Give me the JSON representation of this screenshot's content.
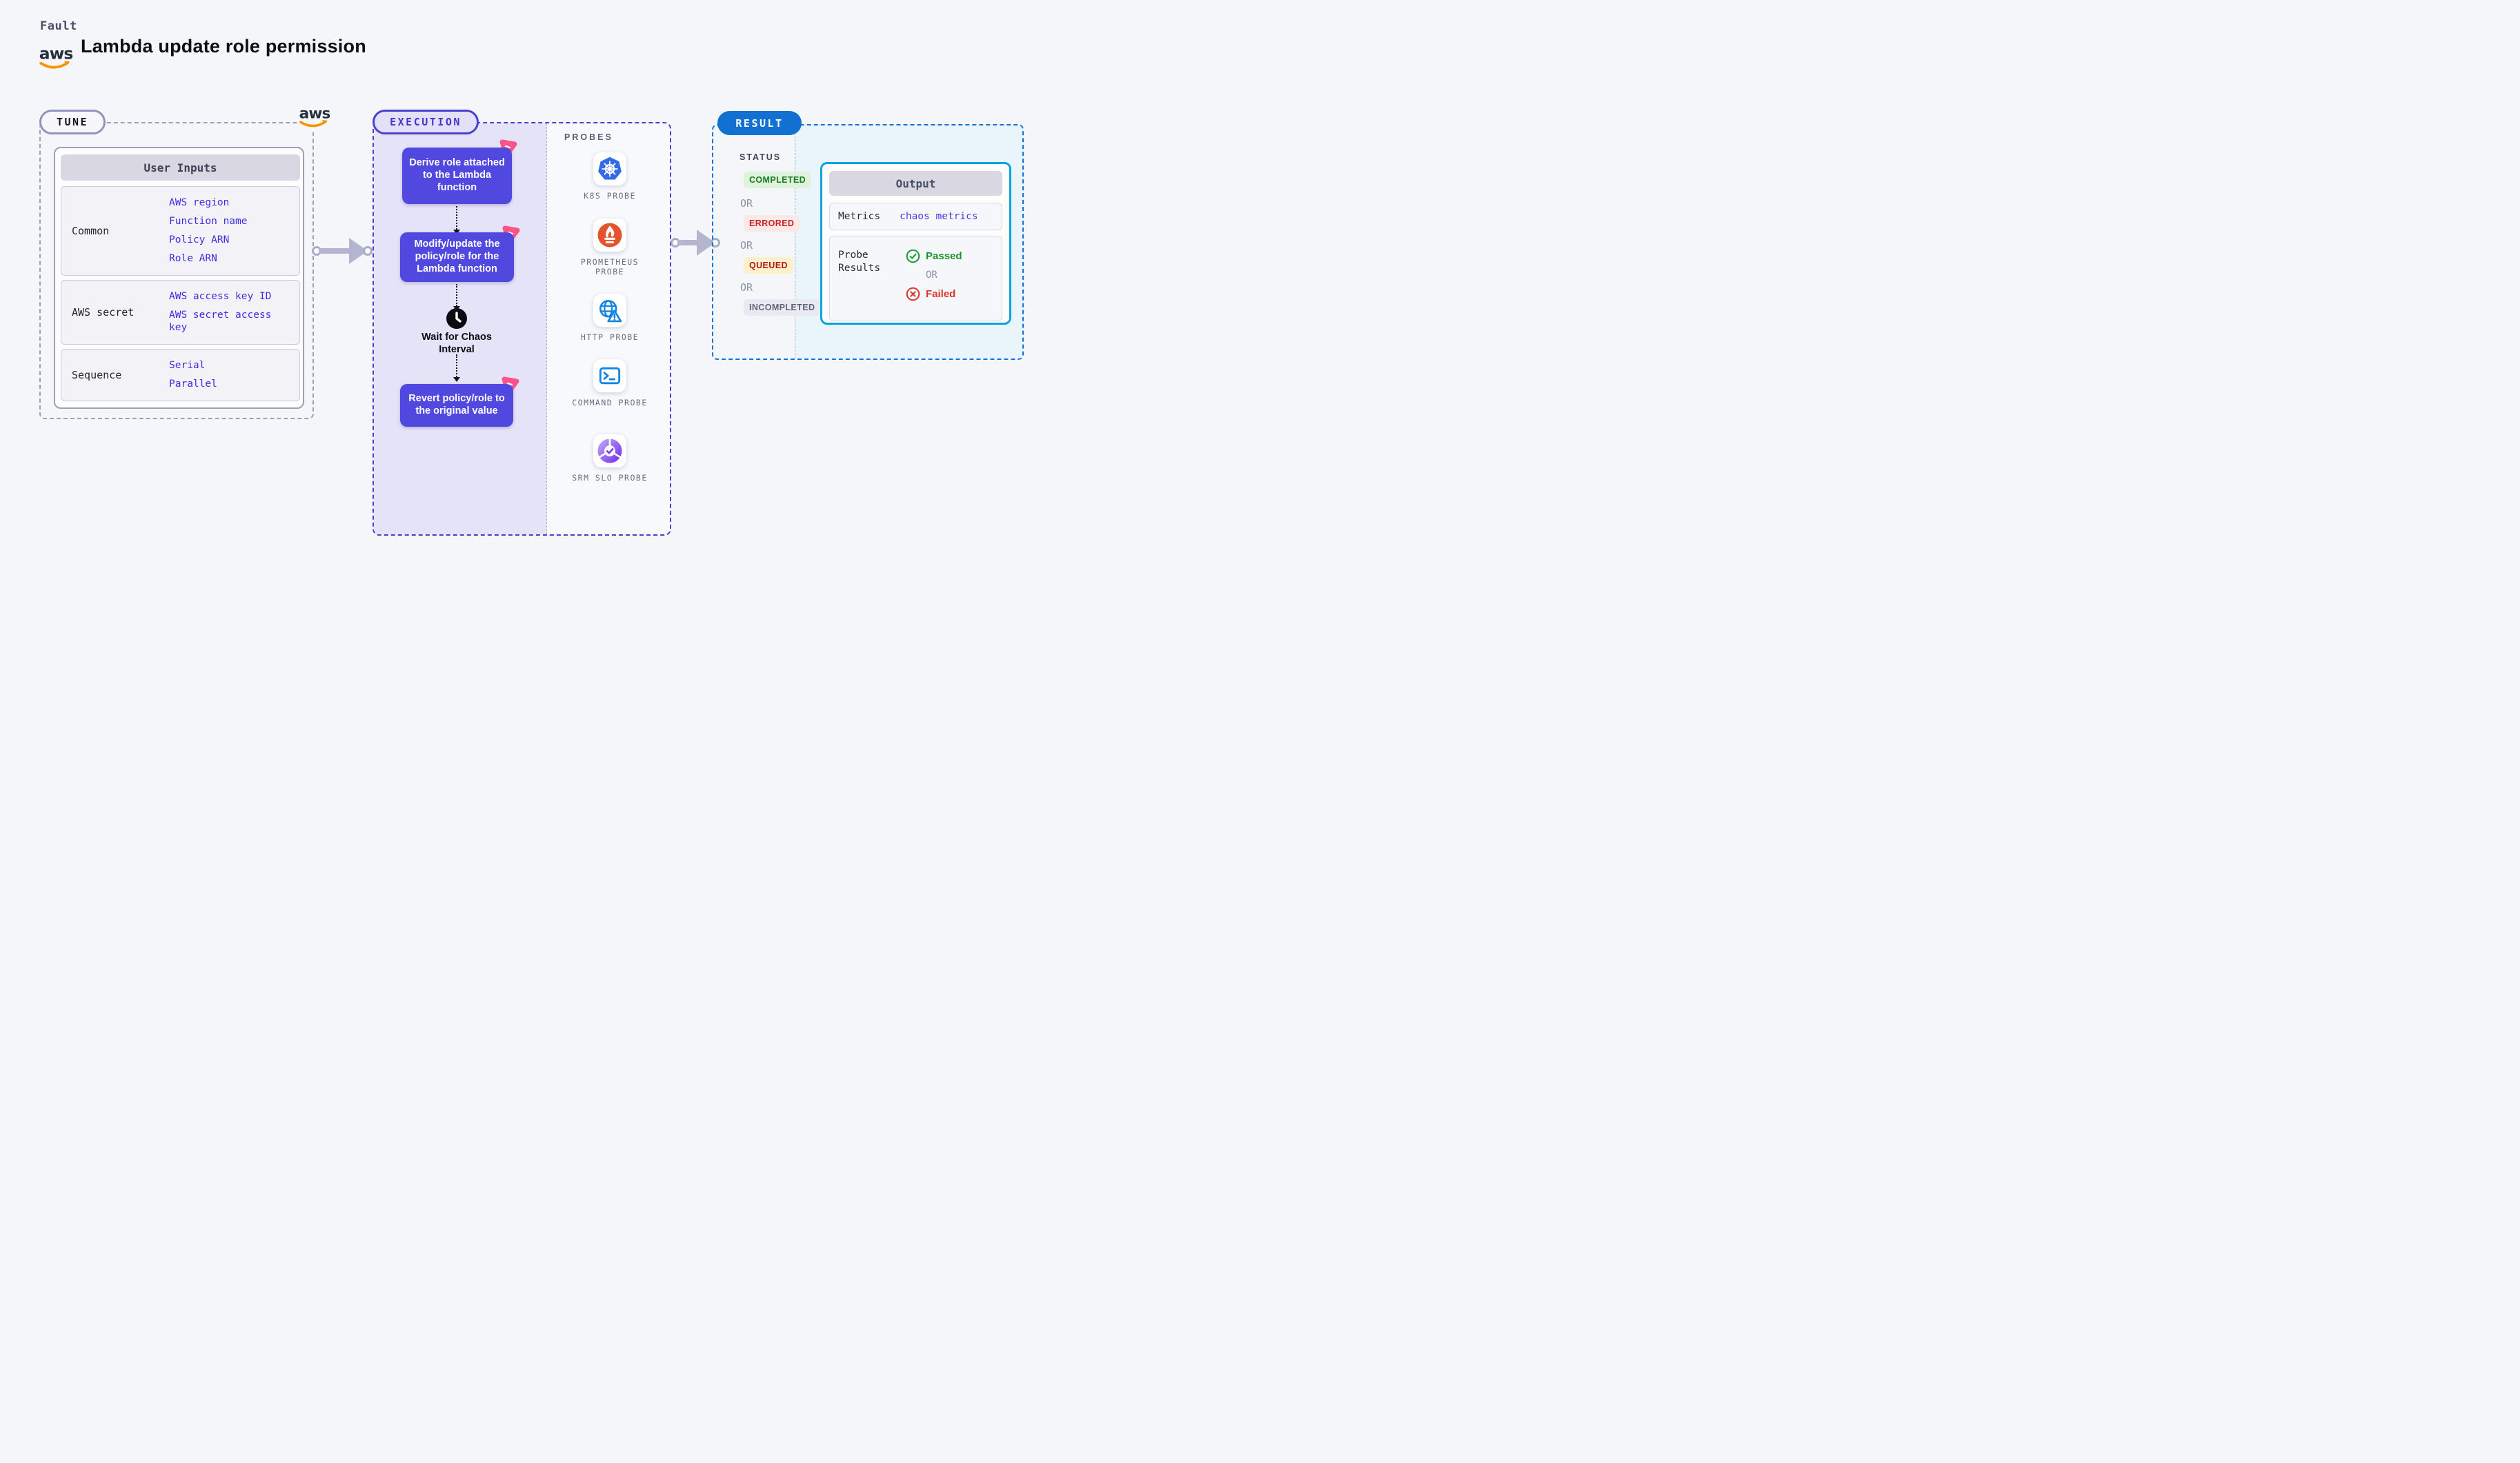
{
  "header": {
    "eyebrow": "Fault",
    "title": "Lambda update role permission",
    "aws_logo_text": "aws"
  },
  "tune": {
    "badge": "TUNE",
    "table_title": "User Inputs",
    "rows": [
      {
        "label": "Common",
        "values": [
          "AWS region",
          "Function name",
          "Policy ARN",
          "Role ARN"
        ]
      },
      {
        "label": "AWS secret",
        "values": [
          "AWS access key ID",
          "AWS secret access key"
        ]
      },
      {
        "label": "Sequence",
        "values": [
          "Serial",
          "Parallel"
        ]
      }
    ]
  },
  "execution": {
    "badge": "EXECUTION",
    "steps": [
      "Derive role attached to the Lambda function",
      "Modify/update the policy/role for the Lambda function",
      "Revert policy/role to the original value"
    ],
    "wait_label": "Wait for Chaos Interval"
  },
  "probes": {
    "title": "PROBES",
    "items": [
      {
        "label": "K8S PROBE",
        "icon": "kubernetes-icon"
      },
      {
        "label": "PROMETHEUS PROBE",
        "icon": "prometheus-icon"
      },
      {
        "label": "HTTP PROBE",
        "icon": "http-globe-icon"
      },
      {
        "label": "COMMAND PROBE",
        "icon": "terminal-icon"
      },
      {
        "label": "SRM SLO PROBE",
        "icon": "slo-gauge-icon"
      }
    ]
  },
  "result": {
    "badge": "RESULT",
    "status_title": "STATUS",
    "or_label": "OR",
    "statuses": [
      {
        "label": "COMPLETED",
        "bg": "#DFF3DC",
        "color": "#177B20"
      },
      {
        "label": "ERRORED",
        "bg": "#FCE8E6",
        "color": "#C5221F"
      },
      {
        "label": "QUEUED",
        "bg": "#FAF0CB",
        "color": "#B31412"
      },
      {
        "label": "INCOMPLETED",
        "bg": "#E9EAF1",
        "color": "#5F6479"
      }
    ],
    "output": {
      "title": "Output",
      "metrics_label": "Metrics",
      "metrics_value": "chaos metrics",
      "probe_results_label": "Probe Results",
      "passed_label": "Passed",
      "failed_label": "Failed"
    }
  },
  "colors": {
    "page_bg": "#F4F6FA",
    "step_block": "#5149DF",
    "execution_panel": "#E5E3F8",
    "execution_border": "#4741CB",
    "tune_border": "#9CA1B5",
    "result_border": "#1273D4",
    "result_panel": "#E9F5FB",
    "output_border": "#09A3E0",
    "link_blue": "#4B3BE4",
    "value_blue": "#3D2EE0",
    "aws_orange": "#F79400",
    "chaos_pink": "#F9548A",
    "passed_green": "#179427",
    "failed_red": "#D6372A"
  }
}
